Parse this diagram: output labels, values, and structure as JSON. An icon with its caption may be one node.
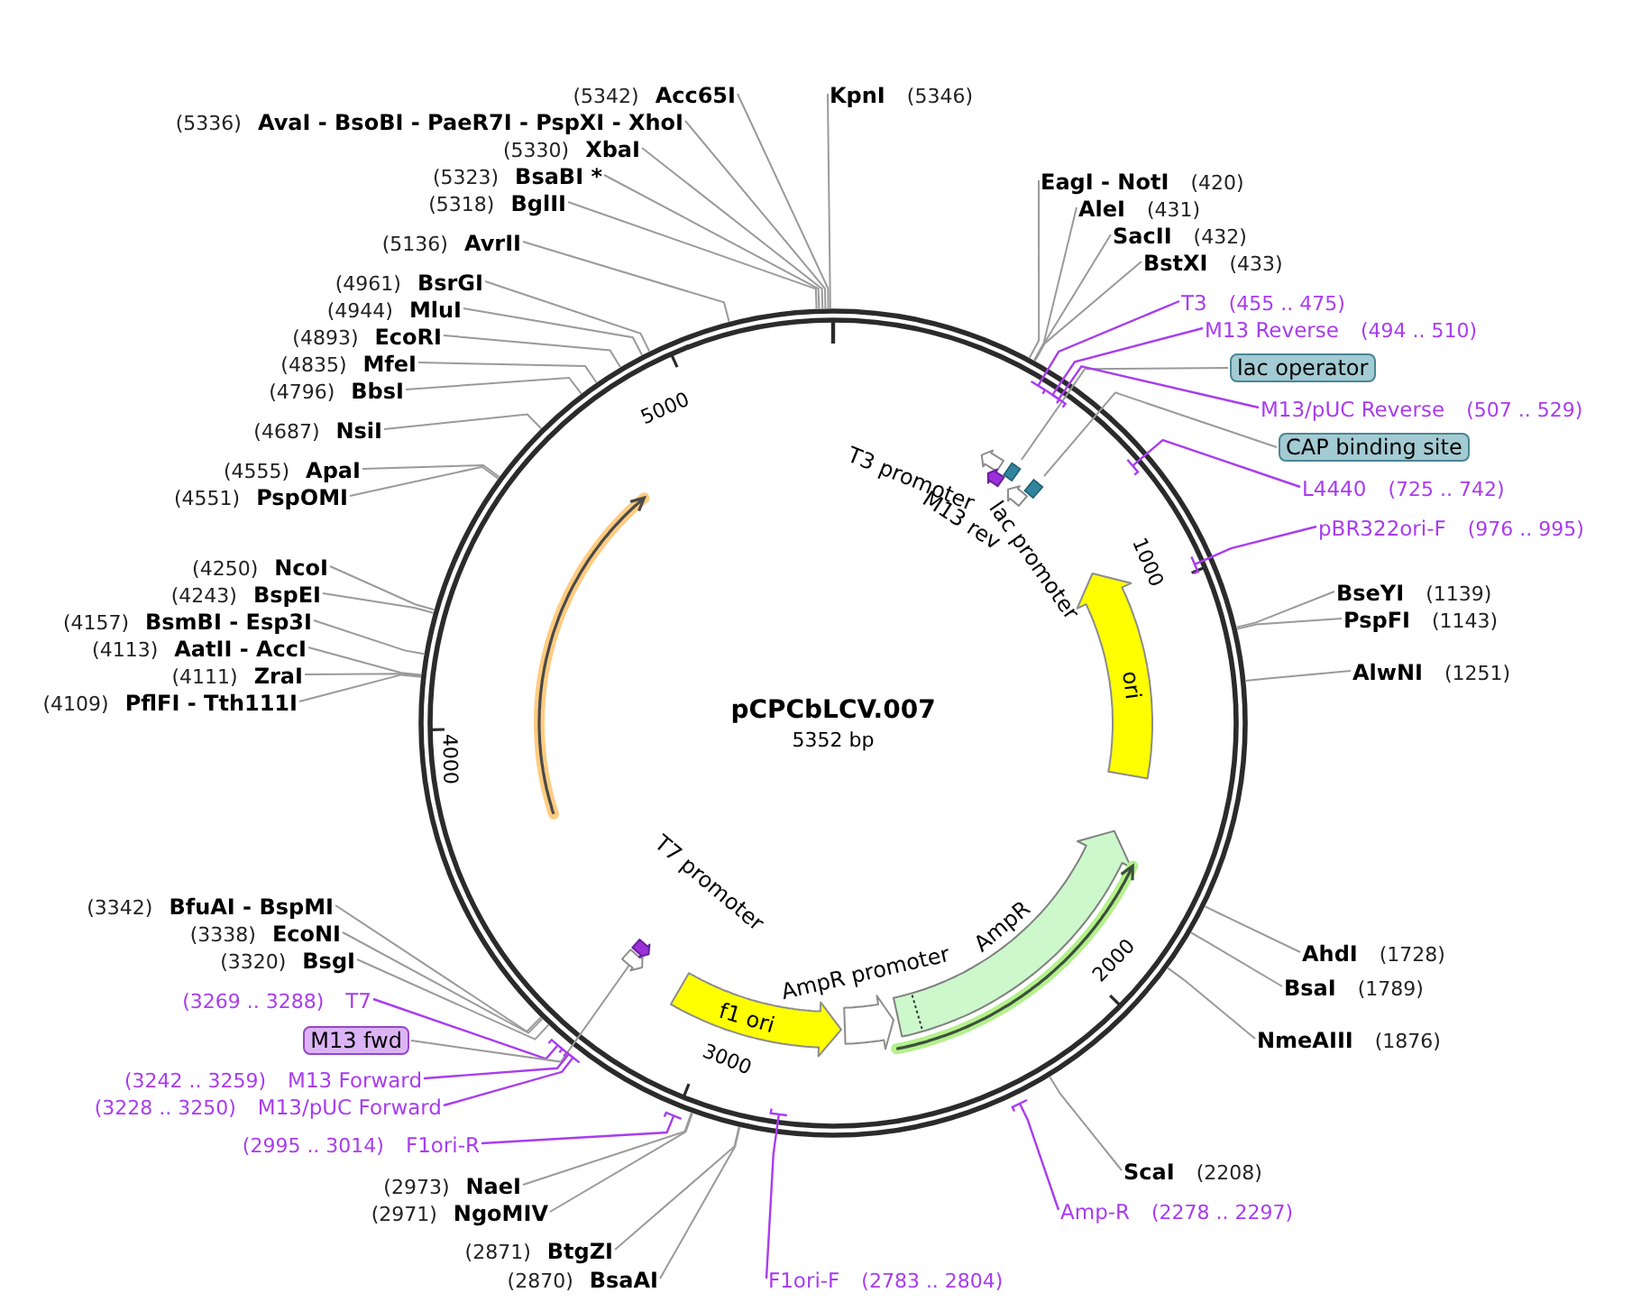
{
  "diagram": {
    "title": "pCPCbLCV.007",
    "caption": "5352 bp",
    "nodes": [
      {
        "text": [
          "(5342)",
          "Acc65I"
        ]
      },
      {
        "text": [
          "KpnI",
          "(5346)"
        ]
      },
      {
        "text": [
          "(5336)",
          "AvaI - BsoBI - PaeR7I - PspXI - XhoI"
        ]
      },
      {
        "text": [
          "(5330)",
          "XbaI"
        ]
      },
      {
        "text": [
          "(5323)",
          "BsaBI *"
        ]
      },
      {
        "text": [
          "EagI - NotI",
          "(420)"
        ]
      },
      {
        "text": [
          "(5318)",
          "BglII"
        ]
      },
      {
        "text": [
          "AleI",
          "(431)"
        ]
      },
      {
        "text": [
          "SacII",
          "(432)"
        ]
      },
      {
        "text": [
          "(5136)",
          "AvrII"
        ]
      },
      {
        "text": [
          "BstXI",
          "(433)"
        ]
      },
      {
        "text": [
          "(4961)",
          "BsrGI"
        ]
      },
      {
        "text": [
          "T3",
          "(455 .. 475)"
        ]
      },
      {
        "text": [
          "(4944)",
          "MluI"
        ]
      },
      {
        "text": [
          "M13 Reverse",
          "(494 .. 510)"
        ]
      },
      {
        "text": [
          "(4893)",
          "EcoRI"
        ]
      },
      {
        "text": [
          "(4835)",
          "MfeI"
        ]
      },
      {
        "text": [
          "lac operator"
        ]
      },
      {
        "text": [
          "(4796)",
          "BbsI"
        ]
      },
      {
        "text": [
          "M13/pUC Reverse",
          "(507 .. 529)"
        ]
      },
      {
        "text": [
          "(4687)",
          "NsiI"
        ]
      },
      {
        "text": [
          "CAP binding site"
        ]
      },
      {
        "text": [
          "(4555)",
          "ApaI"
        ]
      },
      {
        "text": [
          "L4440",
          "(725 .. 742)"
        ]
      },
      {
        "text": [
          "(4551)",
          "PspOMI"
        ]
      },
      {
        "text": [
          "pBR322ori-F",
          "(976 .. 995)"
        ]
      },
      {
        "text": [
          "(4250)",
          "NcoI"
        ]
      },
      {
        "text": [
          "BseYI",
          "(1139)"
        ]
      },
      {
        "text": [
          "(4243)",
          "BspEI"
        ]
      },
      {
        "text": [
          "PspFI",
          "(1143)"
        ]
      },
      {
        "text": [
          "(4157)",
          "BsmBI - Esp3I"
        ]
      },
      {
        "text": [
          "(4113)",
          "AatII - AccI"
        ]
      },
      {
        "text": [
          "AlwNI",
          "(1251)"
        ]
      },
      {
        "text": [
          "(4111)",
          "ZraI"
        ]
      },
      {
        "text": [
          "(4109)",
          "PflFI - Tth111I"
        ]
      },
      {
        "text": [
          "(3342)",
          "BfuAI - BspMI"
        ]
      },
      {
        "text": [
          "(3338)",
          "EcoNI"
        ]
      },
      {
        "text": [
          "AhdI",
          "(1728)"
        ]
      },
      {
        "text": [
          "(3320)",
          "BsgI"
        ]
      },
      {
        "text": [
          "BsaI",
          "(1789)"
        ]
      },
      {
        "text": [
          "(3269 .. 3288)",
          "T7"
        ]
      },
      {
        "text": [
          "M13 fwd"
        ]
      },
      {
        "text": [
          "NmeAIII",
          "(1876)"
        ]
      },
      {
        "text": [
          "(3242 .. 3259)",
          "M13 Forward"
        ]
      },
      {
        "text": [
          "(3228 .. 3250)",
          "M13/pUC Forward"
        ]
      },
      {
        "text": [
          "(2995 .. 3014)",
          "F1ori-R"
        ]
      },
      {
        "text": [
          "ScaI",
          "(2208)"
        ]
      },
      {
        "text": [
          "(2973)",
          "NaeI"
        ]
      },
      {
        "text": [
          "Amp-R",
          "(2278 .. 2297)"
        ]
      },
      {
        "text": [
          "(2971)",
          "NgoMIV"
        ]
      },
      {
        "text": [
          "(2871)",
          "BtgZI"
        ]
      },
      {
        "text": [
          "(2870)",
          "BsaAI"
        ]
      },
      {
        "text": [
          "F1ori-F",
          "(2783 .. 2804)"
        ]
      },
      {
        "text": [],
        "shape": "arrow"
      },
      {
        "text": [],
        "shape": "arrow",
        "beside": [
          "T3 promoter"
        ]
      },
      {
        "text": [],
        "shape": "arrow",
        "beside": [
          "M13 rev"
        ]
      },
      {
        "text": [],
        "shape": "box"
      },
      {
        "text": [],
        "shape": "arrow",
        "beside": [
          "lac promoter"
        ]
      },
      {
        "text": [],
        "shape": "box"
      },
      {
        "text": [
          "ori"
        ]
      },
      {
        "text": [],
        "shape": "arrow",
        "beside": [
          "T7 promoter"
        ]
      },
      {
        "text": [],
        "shape": "arrow"
      },
      {
        "text": [
          "f1 ori"
        ]
      },
      {
        "text": [],
        "shape": "arrow",
        "beside": [
          "AmpR promoter"
        ]
      },
      {
        "text": [],
        "shape": "arrow",
        "beside": [
          "AmpR"
        ]
      },
      {
        "text": [],
        "shape": "arrow"
      }
    ],
    "edges": [
      {
        "from": 0,
        "to": null,
        "arrow": "none"
      },
      {
        "from": 1,
        "to": null,
        "arrow": "none"
      },
      {
        "from": 2,
        "to": null,
        "arrow": "none"
      },
      {
        "from": 3,
        "to": null,
        "arrow": "none"
      },
      {
        "from": 4,
        "to": null,
        "arrow": "none"
      },
      {
        "from": 5,
        "to": null,
        "arrow": "none"
      },
      {
        "from": 6,
        "to": null,
        "arrow": "none"
      },
      {
        "from": 7,
        "to": null,
        "arrow": "none"
      },
      {
        "from": 8,
        "to": null,
        "arrow": "none"
      },
      {
        "from": 9,
        "to": null,
        "arrow": "none"
      },
      {
        "from": 10,
        "to": null,
        "arrow": "none"
      },
      {
        "from": 11,
        "to": null,
        "arrow": "none"
      },
      {
        "from": 12,
        "to": null,
        "arrow": "none",
        "color": "#a83cf0"
      },
      {
        "from": 13,
        "to": null,
        "arrow": "none"
      },
      {
        "from": 14,
        "to": null,
        "arrow": "none",
        "color": "#a83cf0"
      },
      {
        "from": 15,
        "to": null,
        "arrow": "none"
      },
      {
        "from": 16,
        "to": null,
        "arrow": "none"
      },
      {
        "from": 17,
        "to": 56,
        "arrow": "none"
      },
      {
        "from": 18,
        "to": null,
        "arrow": "none"
      },
      {
        "from": 19,
        "to": null,
        "arrow": "none",
        "color": "#a83cf0"
      },
      {
        "from": 20,
        "to": null,
        "arrow": "none"
      },
      {
        "from": 21,
        "to": 58,
        "arrow": "none"
      },
      {
        "from": 22,
        "to": null,
        "arrow": "none"
      },
      {
        "from": 23,
        "to": null,
        "arrow": "none",
        "color": "#a83cf0"
      },
      {
        "from": 24,
        "to": null,
        "arrow": "none"
      },
      {
        "from": 25,
        "to": null,
        "arrow": "none",
        "color": "#a83cf0"
      },
      {
        "from": 26,
        "to": null,
        "arrow": "none"
      },
      {
        "from": 27,
        "to": null,
        "arrow": "none"
      },
      {
        "from": 28,
        "to": null,
        "arrow": "none"
      },
      {
        "from": 29,
        "to": null,
        "arrow": "none"
      },
      {
        "from": 30,
        "to": null,
        "arrow": "none"
      },
      {
        "from": 31,
        "to": null,
        "arrow": "none"
      },
      {
        "from": 32,
        "to": null,
        "arrow": "none"
      },
      {
        "from": 33,
        "to": null,
        "arrow": "none"
      },
      {
        "from": 34,
        "to": null,
        "arrow": "none"
      },
      {
        "from": 35,
        "to": null,
        "arrow": "none"
      },
      {
        "from": 36,
        "to": null,
        "arrow": "none"
      },
      {
        "from": 37,
        "to": null,
        "arrow": "none"
      },
      {
        "from": 38,
        "to": null,
        "arrow": "none"
      },
      {
        "from": 39,
        "to": null,
        "arrow": "none"
      },
      {
        "from": 40,
        "to": null,
        "arrow": "none",
        "color": "#a83cf0"
      },
      {
        "from": 41,
        "to": 61,
        "arrow": "none"
      },
      {
        "from": 42,
        "to": null,
        "arrow": "none"
      },
      {
        "from": 43,
        "to": null,
        "arrow": "none",
        "color": "#a83cf0"
      },
      {
        "from": 44,
        "to": null,
        "arrow": "none",
        "color": "#a83cf0"
      },
      {
        "from": 45,
        "to": null,
        "arrow": "none",
        "color": "#a83cf0"
      },
      {
        "from": 46,
        "to": null,
        "arrow": "none"
      },
      {
        "from": 47,
        "to": null,
        "arrow": "none"
      },
      {
        "from": 48,
        "to": null,
        "arrow": "none",
        "color": "#a83cf0"
      },
      {
        "from": 49,
        "to": null,
        "arrow": "none"
      },
      {
        "from": 50,
        "to": null,
        "arrow": "none"
      },
      {
        "from": 51,
        "to": null,
        "arrow": "none"
      },
      {
        "from": 52,
        "to": null,
        "arrow": "none",
        "color": "#a83cf0"
      }
    ],
    "labels": [
      "5000",
      "1000",
      "4000",
      "2000",
      "3000"
    ]
  }
}
